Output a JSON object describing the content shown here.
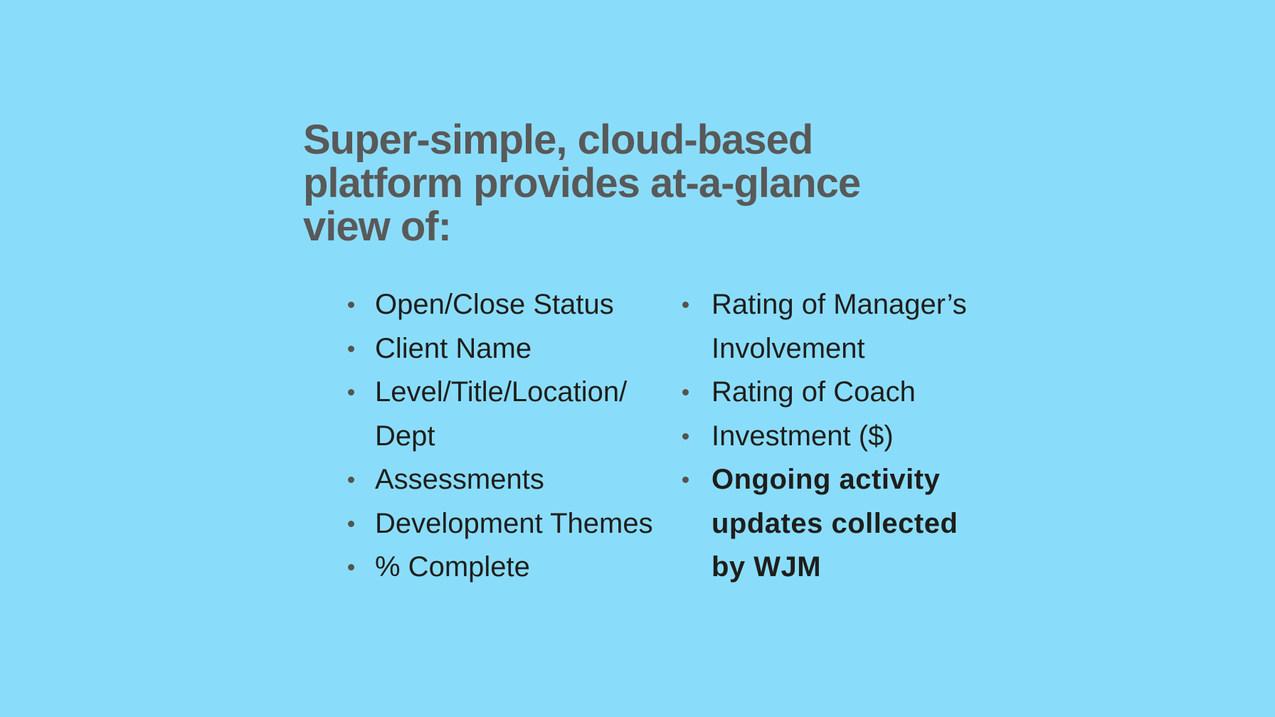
{
  "slide": {
    "colors": {
      "background": "#8ADDFA",
      "title_text": "#595959",
      "body_text": "#1E1E1C",
      "bullet_dot": "#55544E"
    },
    "title": {
      "lines": [
        "Super-simple, cloud-based",
        "platform provides at-a-glance",
        "view of:"
      ]
    },
    "left_list": {
      "lines": [
        {
          "text": "Open/Close Status",
          "bullet": true,
          "bold": false
        },
        {
          "text": "Client Name",
          "bullet": true,
          "bold": false
        },
        {
          "text": "Level/Title/Location/",
          "bullet": true,
          "bold": false
        },
        {
          "text": "Dept",
          "bullet": false,
          "bold": false
        },
        {
          "text": "Assessments",
          "bullet": true,
          "bold": false
        },
        {
          "text": "Development Themes",
          "bullet": true,
          "bold": false
        },
        {
          "text": "% Complete",
          "bullet": true,
          "bold": false
        }
      ]
    },
    "right_list": {
      "lines": [
        {
          "text": "Rating of Manager’s",
          "bullet": true,
          "bold": false
        },
        {
          "text": "Involvement",
          "bullet": false,
          "bold": false
        },
        {
          "text": "Rating of Coach",
          "bullet": true,
          "bold": false
        },
        {
          "text": "Investment ($)",
          "bullet": true,
          "bold": false
        },
        {
          "text": "Ongoing activity",
          "bullet": true,
          "bold": true
        },
        {
          "text": "updates collected",
          "bullet": false,
          "bold": true
        },
        {
          "text": "by WJM",
          "bullet": false,
          "bold": true
        }
      ]
    }
  }
}
